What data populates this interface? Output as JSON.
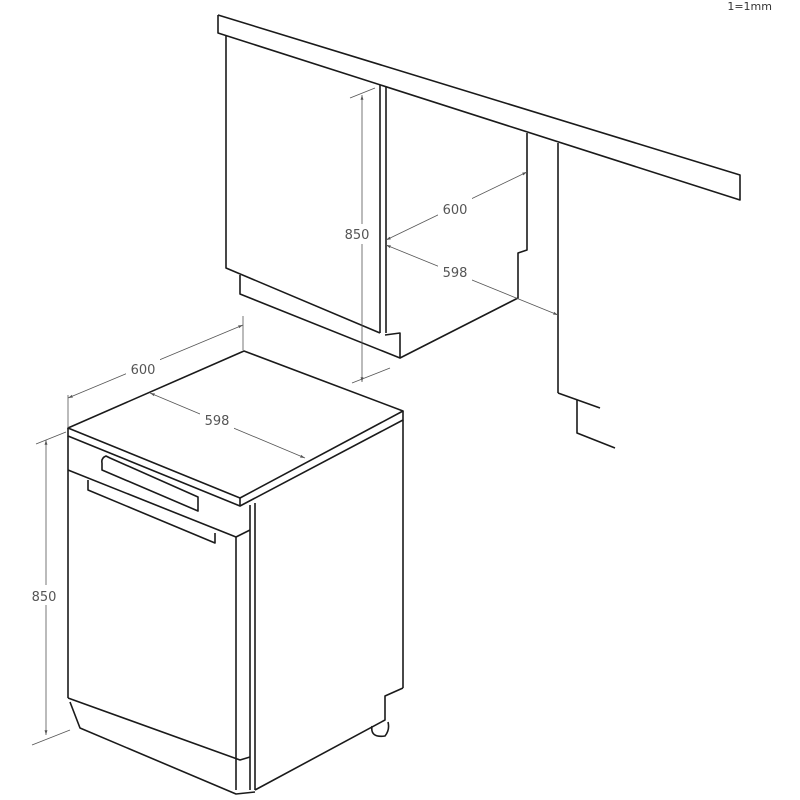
{
  "scale_note": "1=1mm",
  "built_in": {
    "height": "850",
    "depth": "600",
    "width": "598"
  },
  "freestanding": {
    "depth": "600",
    "width": "598",
    "height": "850"
  }
}
